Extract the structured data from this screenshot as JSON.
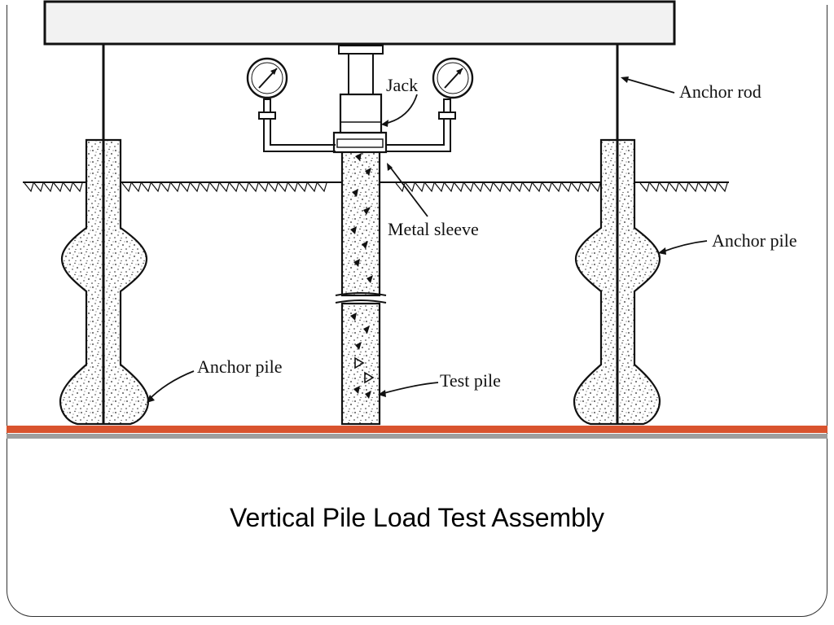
{
  "caption": "Vertical Pile Load Test Assembly",
  "labels": {
    "jack": "Jack",
    "anchor_rod": "Anchor rod",
    "metal_sleeve": "Metal sleeve",
    "anchor_pile_right": "Anchor pile",
    "anchor_pile_left": "Anchor pile",
    "test_pile": "Test pile"
  },
  "colors": {
    "accent_band": "#d9532e",
    "gray_band": "#9e9e9e",
    "ink": "#111111",
    "beam_fill": "#f2f2f2"
  }
}
